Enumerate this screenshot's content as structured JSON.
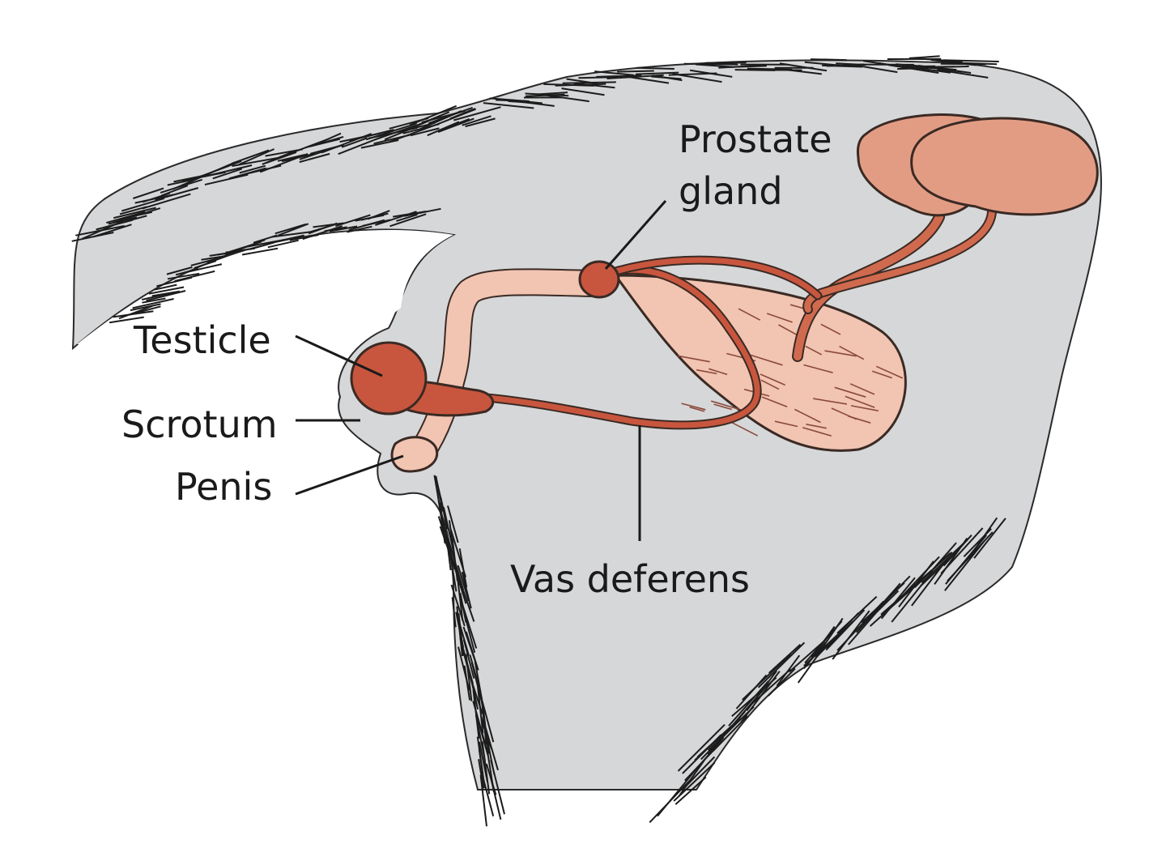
{
  "labels": {
    "prostate_line1": "Prostate",
    "prostate_line2": "gland",
    "testicle": "Testicle",
    "scrotum": "Scrotum",
    "penis": "Penis",
    "vas_deferens": "Vas deferens"
  },
  "colors": {
    "body": "#d6d7d9",
    "fur": "#1c1c1c",
    "organ_dark": "#c8563e",
    "organ_light": "#f2c4b2",
    "organ_mid": "#e39c84",
    "outline": "#3a2a24"
  }
}
